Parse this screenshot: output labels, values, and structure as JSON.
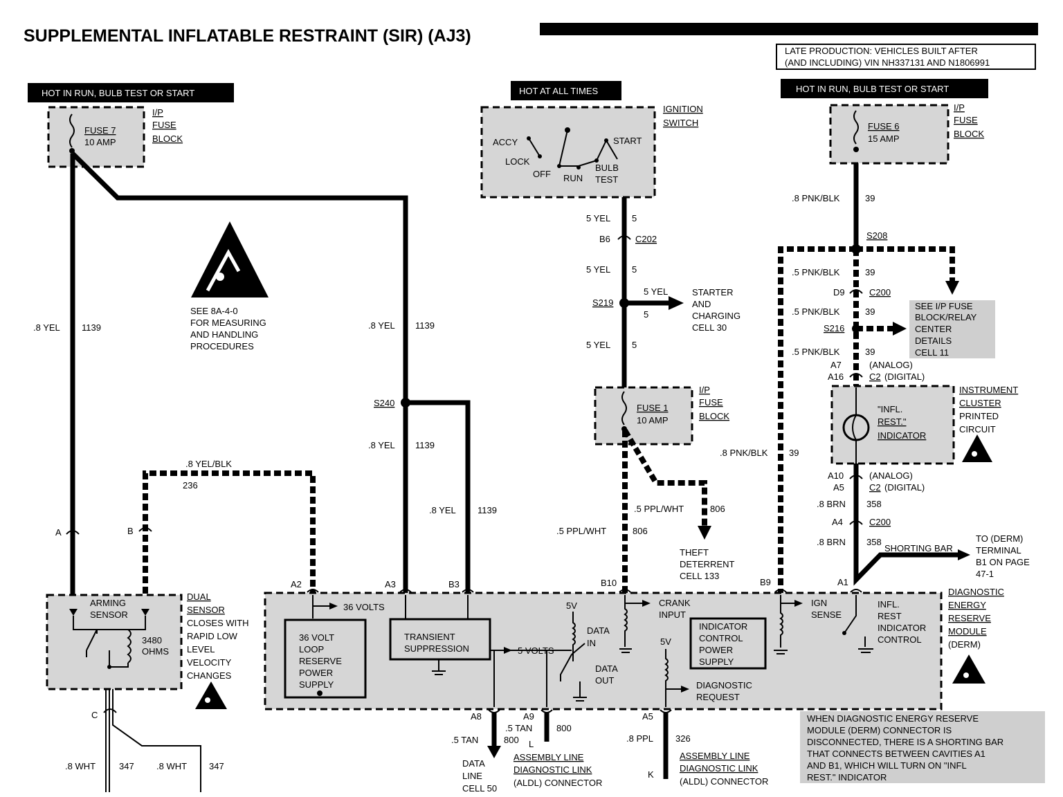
{
  "title": "SUPPLEMENTAL INFLATABLE RESTRAINT (SIR)  (AJ3)",
  "production_note": [
    "LATE PRODUCTION: VEHICLES BUILT AFTER",
    "(AND INCLUDING) VIN NH337131 AND N1806991"
  ],
  "power_headers": {
    "left": "HOT IN RUN, BULB TEST OR START",
    "center": "HOT AT ALL TIMES",
    "right": "HOT IN RUN, BULB TEST OR START"
  },
  "fuses": {
    "fuse7": {
      "name": "FUSE 7",
      "rating": "10 AMP"
    },
    "fuse6": {
      "name": "FUSE 6",
      "rating": "15 AMP"
    },
    "fuse1": {
      "name": "FUSE 1",
      "rating": "10 AMP"
    },
    "block_label": [
      "I/P",
      "FUSE",
      "BLOCK"
    ]
  },
  "ignition_switch": {
    "label": [
      "IGNITION",
      "SWITCH"
    ],
    "positions": [
      "ACCY",
      "LOCK",
      "OFF",
      "RUN",
      "BULB",
      "TEST",
      "START"
    ]
  },
  "esd_note": [
    "SEE 8A-4-0",
    "FOR MEASURING",
    "AND HANDLING",
    "PROCEDURES"
  ],
  "wires": {
    "yel_8": ".8 YEL",
    "c1139": "1139",
    "yel_blk": ".8 YEL/BLK",
    "c236": "236",
    "yel_5": "5 YEL",
    "c5": "5",
    "pnk_blk_8": ".8 PNK/BLK",
    "pnk_blk_5": ".5 PNK/BLK",
    "c39": "39",
    "ppl_wht": ".5 PPL/WHT",
    "c806": "806",
    "brn": ".8 BRN",
    "c358": "358",
    "wht": ".8 WHT",
    "c347": "347",
    "tan": ".5 TAN",
    "c800": "800",
    "ppl": ".8 PPL",
    "c326": "326"
  },
  "connectors": {
    "b6": "B6",
    "c202": "C202",
    "d9": "D9",
    "c200": "C200",
    "a7": "A7",
    "a16": "A16",
    "analog": "(ANALOG)",
    "c2": "C2",
    "digital": "(DIGITAL)",
    "a10": "A10",
    "a5": "A5",
    "a4": "A4",
    "a": "A",
    "b": "B",
    "c": "C",
    "k": "K",
    "l": "L",
    "a2": "A2",
    "a3": "A3",
    "b3": "B3",
    "b10": "B10",
    "b9": "B9",
    "a1": "A1",
    "a8": "A8",
    "a9": "A9",
    "a5b": "A5"
  },
  "splices": {
    "s240": "S240",
    "s219": "S219",
    "s208": "S208",
    "s216": "S216"
  },
  "starter": [
    "STARTER",
    "AND",
    "CHARGING",
    "CELL 30"
  ],
  "fuse_ref": [
    "SEE I/P FUSE",
    "BLOCK/RELAY",
    "CENTER",
    "DETAILS",
    "CELL 11"
  ],
  "cluster": {
    "indicator": [
      "\"INFL.",
      "REST.\"",
      "INDICATOR"
    ],
    "label": [
      "INSTRUMENT",
      "CLUSTER",
      "PRINTED",
      "CIRCUIT"
    ]
  },
  "theft": [
    "THEFT",
    "DETERRENT",
    "CELL 133"
  ],
  "shorting": {
    "bar": "SHORTING BAR",
    "to": [
      "TO (DERM)",
      "TERMINAL",
      "B1 ON PAGE",
      "47-1"
    ]
  },
  "sensor": {
    "arming": [
      "ARMING",
      "SENSOR"
    ],
    "ohms": [
      "3480",
      "OHMS"
    ],
    "label": [
      "DUAL",
      "SENSOR",
      "CLOSES WITH",
      "RAPID LOW",
      "LEVEL",
      "VELOCITY",
      "CHANGES"
    ]
  },
  "derm": {
    "volts36": "36 VOLTS",
    "reserve": [
      "36 VOLT",
      "LOOP",
      "RESERVE",
      "POWER",
      "SUPPLY"
    ],
    "transient": [
      "TRANSIENT",
      "SUPPRESSION"
    ],
    "volts5": "5 VOLTS",
    "v5a": "5V",
    "v5b": "5V",
    "data_in": [
      "DATA",
      "IN"
    ],
    "data_out": [
      "DATA",
      "OUT"
    ],
    "crank": [
      "CRANK",
      "INPUT"
    ],
    "diag_req": [
      "DIAGNOSTIC",
      "REQUEST"
    ],
    "ind_ctrl": [
      "INDICATOR",
      "CONTROL",
      "POWER",
      "SUPPLY"
    ],
    "ign_sense": [
      "IGN",
      "SENSE"
    ],
    "infl_ctrl": [
      "INFL.",
      "REST",
      "INDICATOR",
      "CONTROL"
    ],
    "label": [
      "DIAGNOSTIC",
      "ENERGY",
      "RESERVE",
      "MODULE",
      "(DERM)"
    ]
  },
  "data_line": [
    "DATA",
    "LINE",
    "CELL 50"
  ],
  "aldl": [
    "ASSEMBLY LINE",
    "DIAGNOSTIC LINK",
    "(ALDL) CONNECTOR"
  ],
  "derm_note": [
    "WHEN DIAGNOSTIC ENERGY RESERVE",
    "MODULE (DERM) CONNECTOR IS",
    "DISCONNECTED, THERE IS A SHORTING BAR",
    "THAT CONNECTS BETWEEN CAVITIES A1",
    "AND B1, WHICH WILL TURN ON \"INFL",
    "REST.\" INDICATOR"
  ]
}
